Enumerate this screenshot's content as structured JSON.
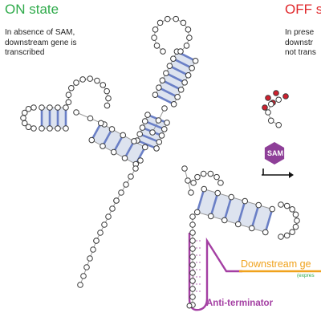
{
  "on_state": {
    "title": "ON state",
    "description": [
      "In absence of SAM,",
      "downstream gene is",
      "transcribed"
    ]
  },
  "off_state": {
    "title": "OFF s",
    "description": [
      "In prese",
      "downstr",
      "not trans"
    ]
  },
  "labels": {
    "downstream_gene": "Downstream ge",
    "downstream_gene_sub": "(expres",
    "anti_terminator": "Anti-terminator",
    "sam": "SAM"
  },
  "colors": {
    "on": "#2eaa4a",
    "off": "#e0262a",
    "anti_terminator": "#a43fa3",
    "downstream_gene": "#f0a21c",
    "sam": "#8e3f98",
    "base_pair": "#6a7fc6",
    "helix_shade": "#dde3ef",
    "bound_nucleotide": "#d0202e"
  }
}
